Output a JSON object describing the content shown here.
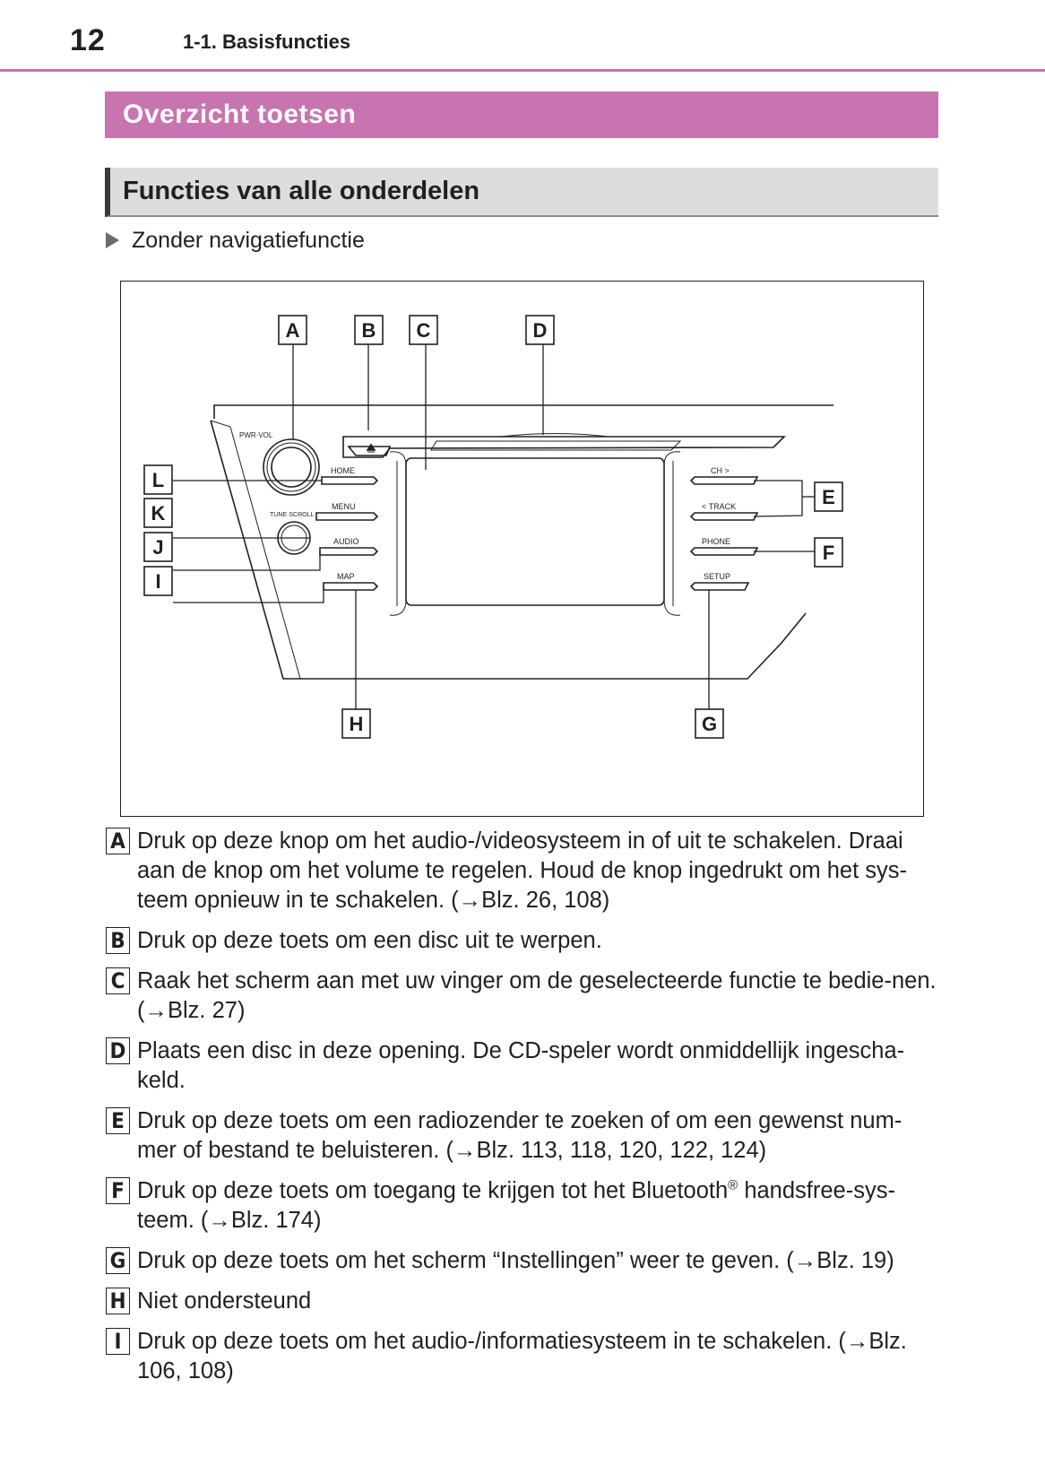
{
  "header": {
    "page_number": "12",
    "section": "1-1. Basisfuncties"
  },
  "title": "Overzicht toetsen",
  "subtitle": "Functies van alle onderdelen",
  "variant": "Zonder navigatiefunctie",
  "figure": {
    "labels": {
      "A": "A",
      "B": "B",
      "C": "C",
      "D": "D",
      "E": "E",
      "F": "F",
      "G": "G",
      "H": "H",
      "I": "I",
      "J": "J",
      "K": "K",
      "L": "L"
    },
    "knob_labels": {
      "pwr_vol": "PWR·VOL",
      "tune_scroll": "TUNE·SCROLL"
    },
    "buttons": {
      "home": "HOME",
      "menu": "MENU",
      "audio": "AUDIO",
      "map": "MAP",
      "ch": "CH >",
      "track": "< TRACK",
      "phone": "PHONE",
      "setup": "SETUP"
    }
  },
  "callouts": [
    {
      "letter": "A",
      "text": "Druk op deze knop om het audio-/videosysteem in of uit te schakelen. Draai aan de knop om het volume te regelen. Houd de knop ingedrukt om het sys-teem opnieuw in te schakelen. (→Blz. 26, 108)"
    },
    {
      "letter": "B",
      "text": "Druk op deze toets om een disc uit te werpen."
    },
    {
      "letter": "C",
      "text": "Raak het scherm aan met uw vinger om de geselecteerde functie te bedie-nen. (→Blz. 27)"
    },
    {
      "letter": "D",
      "text": "Plaats een disc in deze opening. De CD-speler wordt onmiddellijk ingescha-keld."
    },
    {
      "letter": "E",
      "text": "Druk op deze toets om een radiozender te zoeken of om een gewenst num-mer of bestand te beluisteren. (→Blz. 113, 118, 120, 122, 124)"
    },
    {
      "letter": "F",
      "text_before": "Druk op deze toets om toegang te krijgen tot het Bluetooth",
      "sup": "®",
      "text_after": " handsfree-sys-teem. (→Blz. 174)"
    },
    {
      "letter": "G",
      "text": "Druk op deze toets om het scherm “Instellingen” weer te geven. (→Blz. 19)"
    },
    {
      "letter": "H",
      "text": "Niet ondersteund"
    },
    {
      "letter": "I",
      "text": "Druk op deze toets om het audio-/informatiesysteem in te schakelen. (→Blz. 106, 108)"
    }
  ],
  "colors": {
    "accent": "#c874b0",
    "subtitle_bg": "#dcdddf",
    "text": "#231f20"
  }
}
